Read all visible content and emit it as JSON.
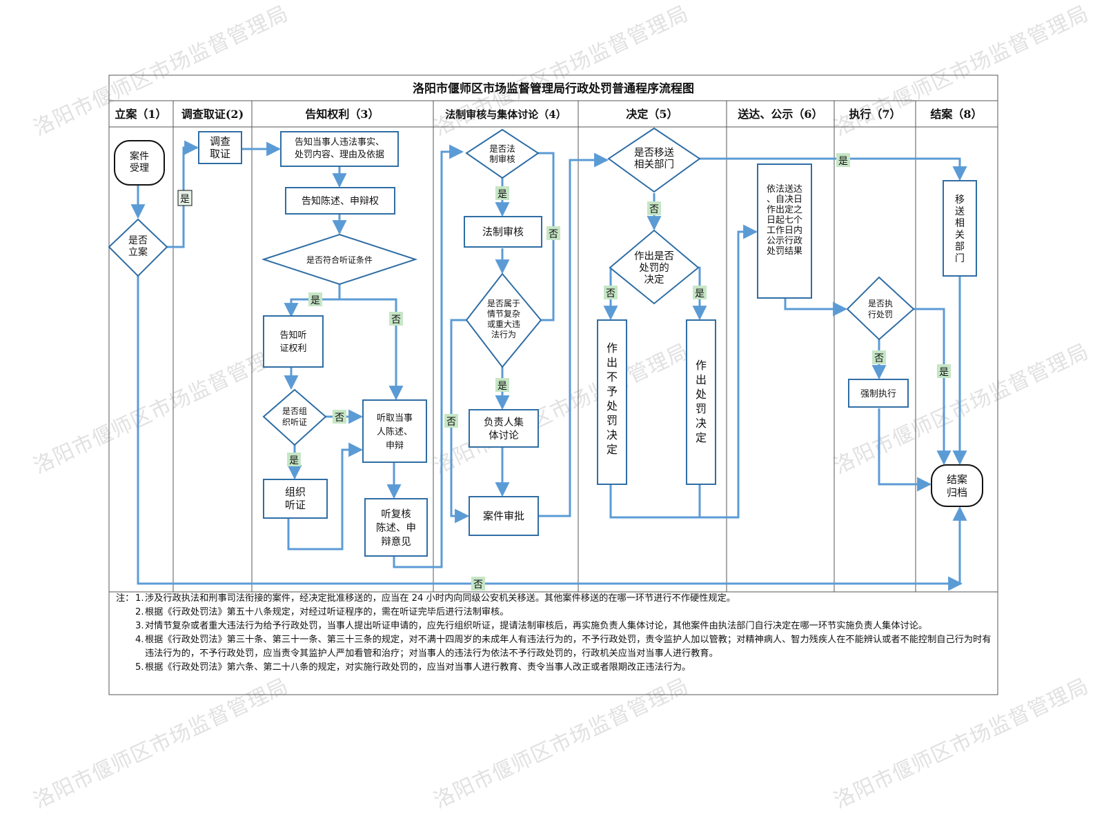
{
  "title": "洛阳市偃师区市场监督管理局行政处罚普通程序流程图",
  "watermark": "洛阳市偃师区市场监督管理局",
  "colors": {
    "arrow": "#5b9bd5",
    "box_border": "#2e6da4",
    "label_bg": "#c6e6c6",
    "grid": "#555555"
  },
  "columns": [
    "立案（1）",
    "调查取证(2)",
    "告知权利（3）",
    "法制审核与集体讨论（4）",
    "决定（5）",
    "送达、公示（6）",
    "执行（7）",
    "结案（8）"
  ],
  "nodes": {
    "case_accept": "案件\n受理",
    "is_register": "是否\n立案",
    "investigate": "调查\n取证",
    "notify_facts": "告知当事人违法事实、\n处罚内容、理由及依据",
    "notify_defense": "告知陈述、申辩权",
    "hearing_condition": "是否符合听证条件",
    "notify_hearing": "告知听\n证权利",
    "organize_hearing_q": "是否组\n织听证",
    "organize_hearing": "组织\n听证",
    "listen_statement": "听取当事\n人陈述、\n申辩",
    "review_statement": "听复核\n陈述、申\n辩意见",
    "legal_review_q": "是否法\n制审核",
    "legal_review": "法制审核",
    "complex_case_q": "是否属于\n情节复杂\n或重大违\n法行为",
    "collective_discussion": "负责人集\n体讨论",
    "case_approval": "案件审批",
    "transfer_q": "是否移送\n相关部门",
    "penalty_q": "作出是否\n处罚的\n决定",
    "no_penalty": "作出不予处罚决定",
    "penalty_decision": "作出处罚决定",
    "deliver_publicize": "依法送达、自决日作出定之日起七个工作日内公示行政处罚结果",
    "execute_q": "是否执\n行处罚",
    "enforce": "强制执行",
    "transfer_dept": "移送相关部门",
    "close_archive": "结案\n归档"
  },
  "edge_labels": {
    "yes": "是",
    "no": "否"
  },
  "notes": {
    "prefix": "注：",
    "items": [
      {
        "num": "1.",
        "text": "涉及行政执法和刑事司法衔接的案件，经决定批准移送的，应当在 24 小时内向同级公安机关移送。其他案件移送的在哪一环节进行不作硬性规定。"
      },
      {
        "num": "2.",
        "text": "根据《行政处罚法》第五十八条规定，对经过听证程序的，需在听证完毕后进行法制审核。"
      },
      {
        "num": "3.",
        "text": "对情节复杂或者重大违法行为给予行政处罚，当事人提出听证申请的，应先行组织听证，提请法制审核后，再实施负责人集体讨论，其他案件由执法部门自行决定在哪一环节实施负责人集体讨论。"
      },
      {
        "num": "4.",
        "text": "根据《行政处罚法》第三十条、第三十一条、第三十三条的规定，对不满十四周岁的未成年人有违法行为的，不予行政处罚，责令监护人加以管教；对精神病人、智力残疾人在不能辨认或者不能控制自己行为时有违法行为的，不予行政处罚，应当责令其监护人严加看管和治疗；对当事人的违法行为依法不予行政处罚的，行政机关应当对当事人进行教育。"
      },
      {
        "num": "5.",
        "text": "根据《行政处罚法》第六条、第二十八条的规定，对实施行政处罚的，应当对当事人进行教育、责令当事人改正或者限期改正违法行为。"
      }
    ]
  }
}
